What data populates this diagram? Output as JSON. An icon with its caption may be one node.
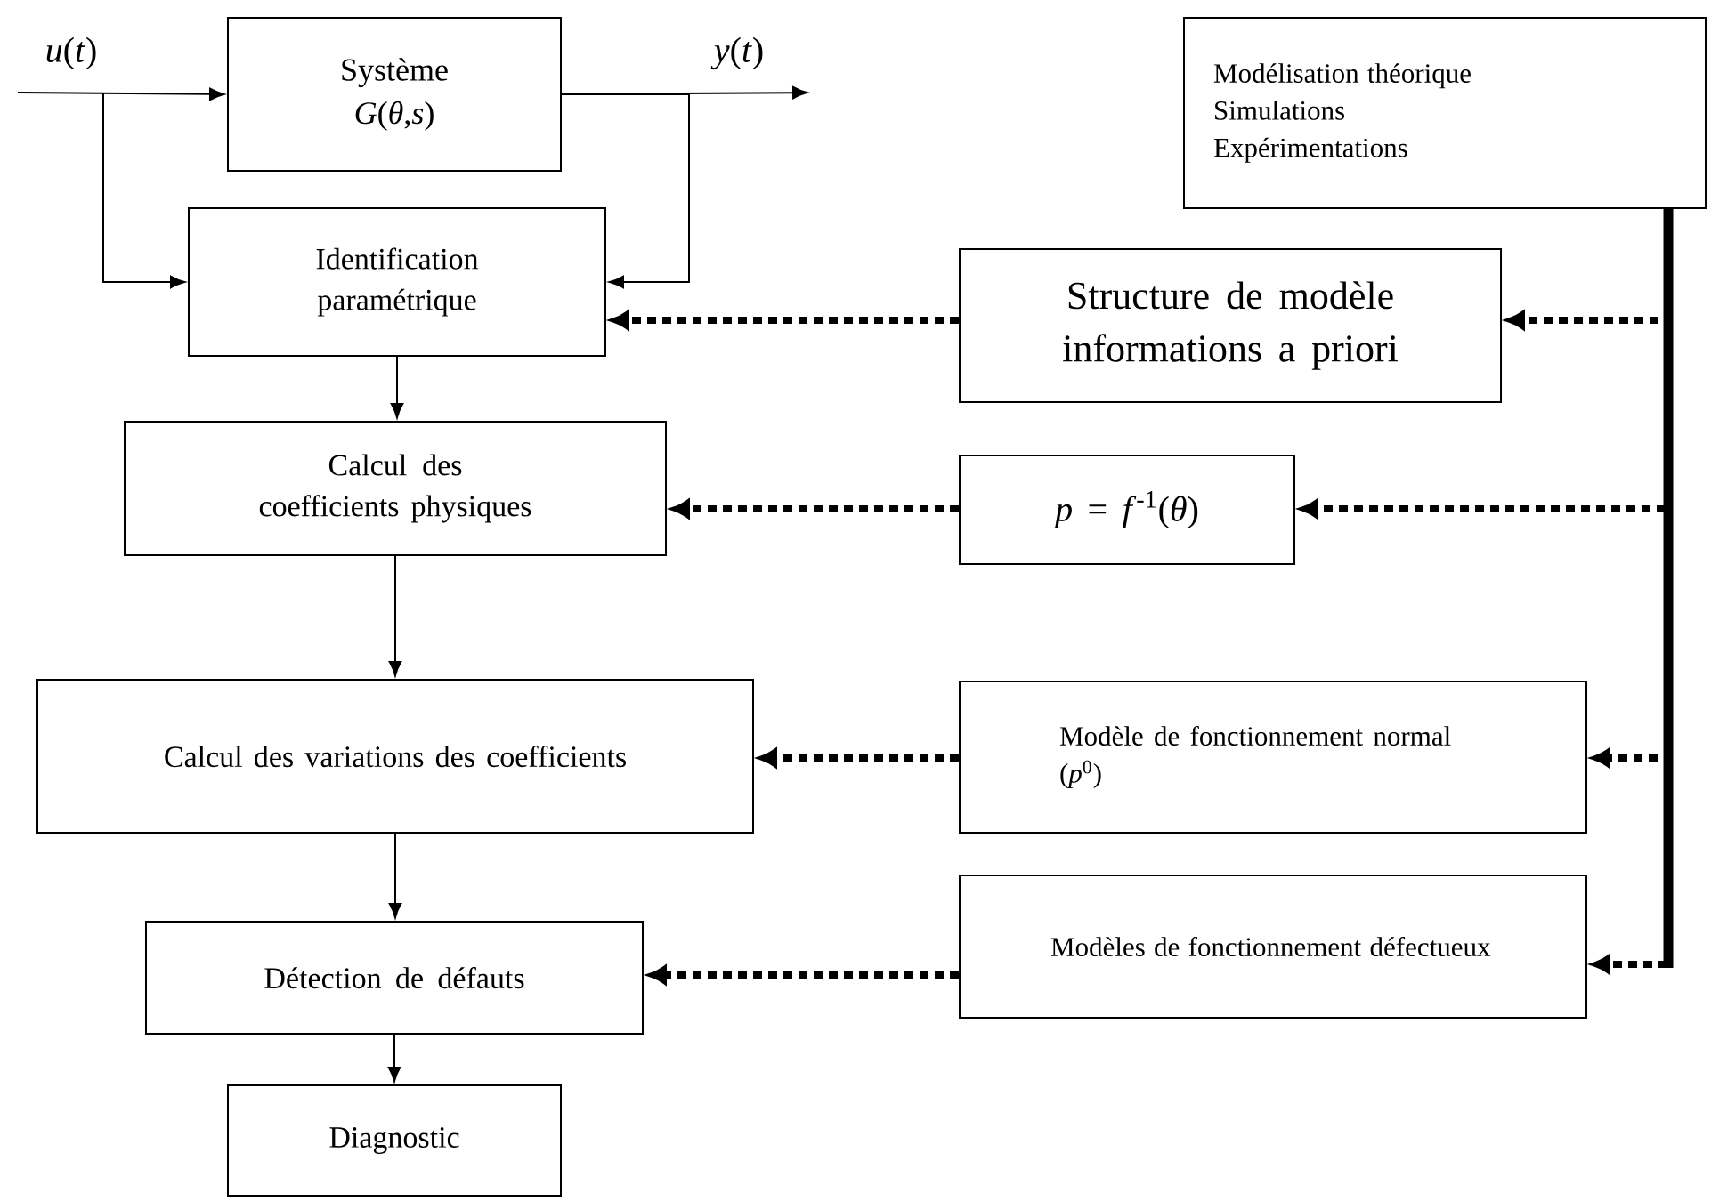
{
  "diagram": {
    "nodes": [
      {
        "text": [
          "Système",
          "*G*(*θ*,*s*)"
        ]
      },
      {
        "text": [
          "Identification paramétrique"
        ]
      },
      {
        "text": [
          "Calcul des coefficients physiques"
        ]
      },
      {
        "text": [
          "Calcul des variations des coefficients"
        ]
      },
      {
        "text": [
          "Détection de défauts"
        ]
      },
      {
        "text": [
          "Diagnostic"
        ]
      },
      {
        "text": [
          "Modélisation théorique",
          "Simulations",
          "Expérimentations"
        ]
      },
      {
        "text": [
          "Structure de modèle informations a priori"
        ]
      },
      {
        "text": [
          "*p* = *f*$^{-1}$(*θ*)"
        ]
      },
      {
        "text": [
          "Modèle de fonctionnement normal (*p*$^{0}$)"
        ]
      },
      {
        "text": [
          "Modèles de fonctionnement défectueux"
        ]
      }
    ],
    "edges": [
      {
        "from": null,
        "to": 0,
        "arrow": "to",
        "label": "*u*(*t*)"
      },
      {
        "from": null,
        "to": 1,
        "arrow": "to"
      },
      {
        "from": 0,
        "to": null,
        "arrow": "to",
        "label": "*y*(*t*)"
      },
      {
        "from": 0,
        "to": 1,
        "arrow": "to"
      },
      {
        "from": 1,
        "to": 2,
        "arrow": "to"
      },
      {
        "from": 2,
        "to": 3,
        "arrow": "to"
      },
      {
        "from": 3,
        "to": 4,
        "arrow": "to"
      },
      {
        "from": 4,
        "to": 5,
        "arrow": "to"
      },
      {
        "from": 6,
        "to": 7,
        "arrow": "to",
        "style": "dashed"
      },
      {
        "from": 6,
        "to": 8,
        "arrow": "to",
        "style": "dashed"
      },
      {
        "from": 6,
        "to": 9,
        "arrow": "to",
        "style": "dashed"
      },
      {
        "from": 6,
        "to": 10,
        "arrow": "to",
        "style": "dashed"
      },
      {
        "from": 7,
        "to": 1,
        "arrow": "to",
        "style": "dashed"
      },
      {
        "from": 8,
        "to": 2,
        "arrow": "to",
        "style": "dashed"
      },
      {
        "from": 9,
        "to": 3,
        "arrow": "to",
        "style": "dashed"
      },
      {
        "from": 10,
        "to": 4,
        "arrow": "to",
        "style": "dashed"
      }
    ]
  }
}
